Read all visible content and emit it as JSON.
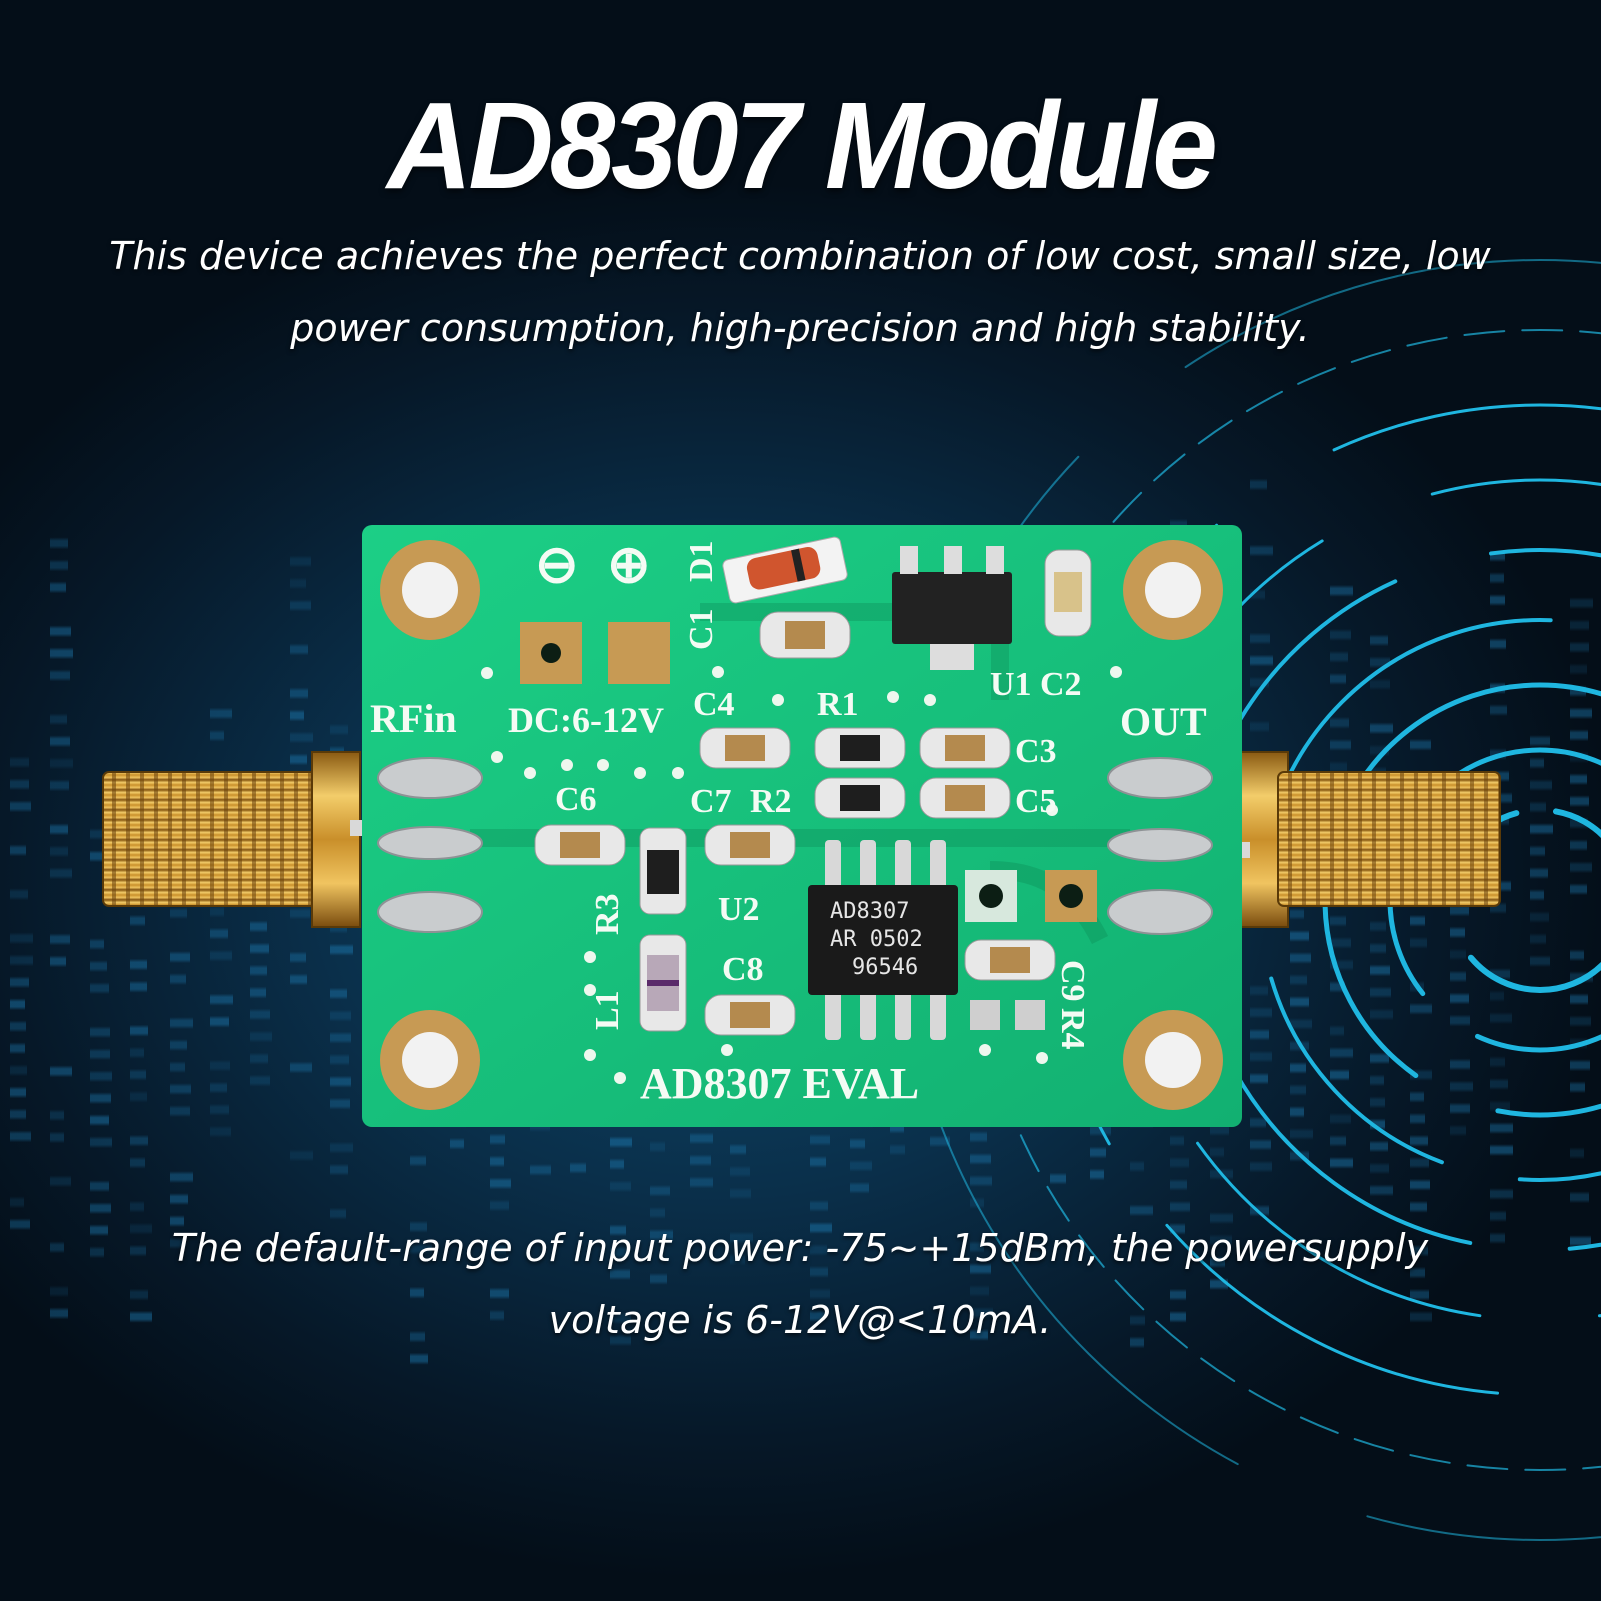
{
  "title": "AD8307 Module",
  "description_top": {
    "line1": "This device achieves the perfect combination of low cost, small size, low",
    "line2": "power consumption, high-precision and high stability."
  },
  "description_bottom": {
    "line1": "The default-range of input power: -75~+15dBm, the powersupply",
    "line2": "voltage is 6-12V@<10mA."
  },
  "board": {
    "label_rfin": "RFin",
    "label_power": "DC:6-12V",
    "label_out": "OUT",
    "label_eval": "AD8307 EVAL",
    "sym_minus": "⊖",
    "sym_plus": "⊕",
    "refs": {
      "c1": "C1",
      "d1": "D1",
      "c2": "C2",
      "u1": "U1",
      "c4": "C4",
      "r1": "R1",
      "c3": "C3",
      "c5": "C5",
      "c6": "C6",
      "c7": "C7",
      "r2": "R2",
      "r3": "R3",
      "u2": "U2",
      "c8": "C8",
      "l1": "L1",
      "c9": "C9",
      "r4": "R4"
    },
    "chip_line1": "AD8307",
    "chip_line2": "AR 0502",
    "chip_line3": "96546"
  },
  "colors": {
    "pcb": "#16c27e",
    "background": "#0a2f4a",
    "accent": "#1fb6e0",
    "gold": "#d6a53a"
  }
}
